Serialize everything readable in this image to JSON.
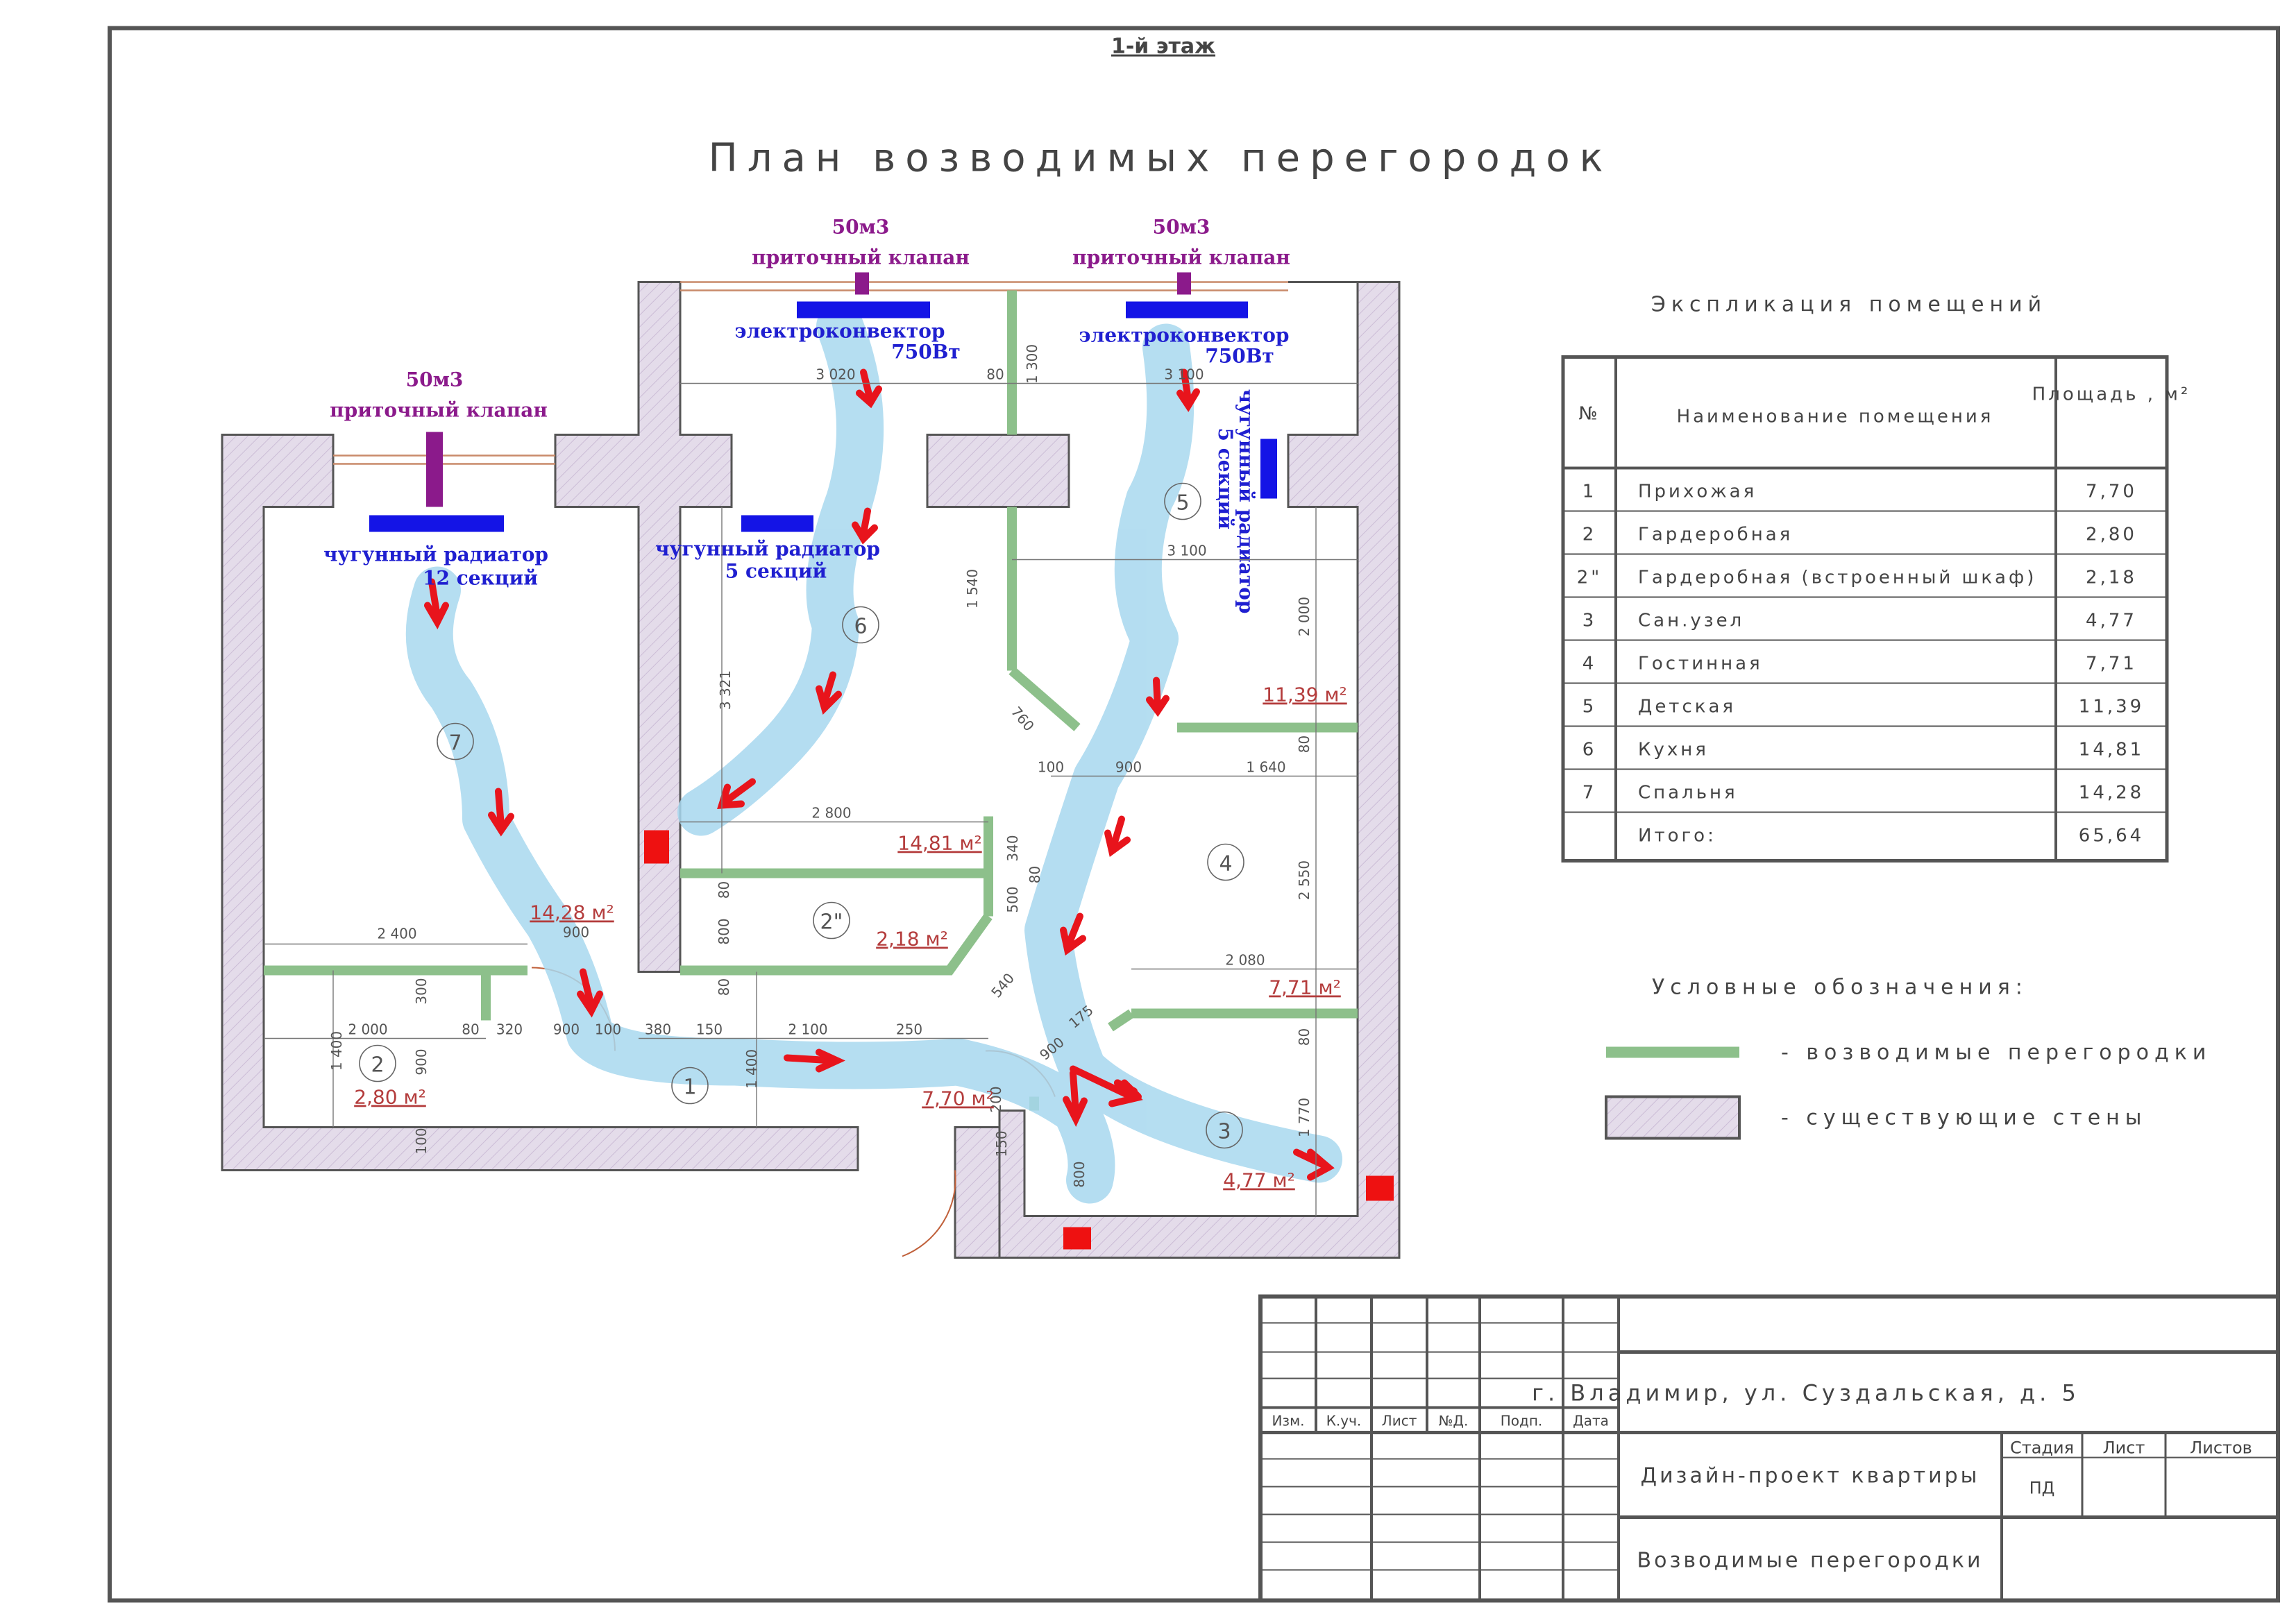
{
  "sheet": {
    "floor_title": "1-й этаж",
    "plan_title": "План возводимых перегородок"
  },
  "equipment": {
    "valve_volume": "50м3",
    "valve_label": "приточный клапан",
    "convector_label": "электроконвектор",
    "convector_power": "750Вт",
    "radiator_cast_iron": "чугунный радиатор",
    "radiator_12": "12 секций",
    "radiator_5": "5 секций"
  },
  "plan": {
    "rooms": [
      {
        "num": "1",
        "area": "7,70 м²"
      },
      {
        "num": "2",
        "area": "2,80 м²"
      },
      {
        "num": "2\"",
        "area": "2,18 м²"
      },
      {
        "num": "3",
        "area": "4,77 м²"
      },
      {
        "num": "4",
        "area": "7,71 м²"
      },
      {
        "num": "5",
        "area": "11,39 м²"
      },
      {
        "num": "6",
        "area": "14,81 м²"
      },
      {
        "num": "7",
        "area": "14,28 м²"
      }
    ],
    "dims": [
      "3 020",
      "80",
      "1 300",
      "3 100",
      "3 100",
      "1 540",
      "2 000",
      "760",
      "100",
      "900",
      "1 640",
      "80",
      "3 321",
      "2 800",
      "340",
      "80",
      "500",
      "2 550",
      "80",
      "800",
      "80",
      "900",
      "540",
      "2 080",
      "175",
      "80",
      "900",
      "2 400",
      "300",
      "2 000",
      "80",
      "320",
      "900",
      "100",
      "380",
      "150",
      "2 100",
      "250",
      "1 400",
      "900",
      "1 400",
      "100",
      "200",
      "150",
      "1 770",
      "800"
    ]
  },
  "explication": {
    "title": "Экспликация помещений",
    "headers": {
      "num": "№",
      "name": "Наименование помещения",
      "area": "Площадь , м²"
    },
    "rows": [
      {
        "num": "1",
        "name": "Прихожая",
        "area": "7,70"
      },
      {
        "num": "2",
        "name": "Гардеробная",
        "area": "2,80"
      },
      {
        "num": "2\"",
        "name": "Гардеробная (встроенный шкаф)",
        "area": "2,18"
      },
      {
        "num": "3",
        "name": "Сан.узел",
        "area": "4,77"
      },
      {
        "num": "4",
        "name": "Гостинная",
        "area": "7,71"
      },
      {
        "num": "5",
        "name": "Детская",
        "area": "11,39"
      },
      {
        "num": "6",
        "name": "Кухня",
        "area": "14,81"
      },
      {
        "num": "7",
        "name": "Спальня",
        "area": "14,28"
      },
      {
        "num": "",
        "name": "Итого:",
        "area": "65,64"
      }
    ]
  },
  "legend": {
    "title": "Условные обозначения:",
    "items": [
      {
        "label": "- возводимые перегородки",
        "color": "#8dc08b"
      },
      {
        "label": "- существующие стены",
        "color": "#e4dcea"
      }
    ]
  },
  "title_block": {
    "address": "г. Владимир, ул. Суздальская, д. 5",
    "project": "Дизайн-проект квартиры",
    "sheet_name": "Возводимые перегородки",
    "cols": [
      "Изм.",
      "К.уч.",
      "Лист",
      "№Д.",
      "Подп.",
      "Дата"
    ],
    "stage_header": "Стадия",
    "sheet_header": "Лист",
    "sheets_header": "Листов",
    "stage_value": "ПД"
  },
  "colors": {
    "new_partition": "#8dc08b",
    "existing_wall": "#e4dcea",
    "air_flow": "#a8d8ef",
    "arrow": "#e8141c",
    "valve": "#8b1a8b",
    "convector": "#1414e6",
    "exhaust": "#ee1111"
  }
}
